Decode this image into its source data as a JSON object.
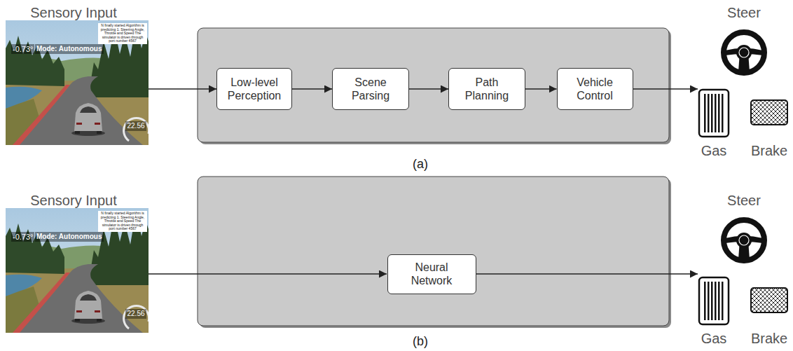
{
  "diagram": {
    "nodes": [
      {
        "text": [
          "Low-level Perception"
        ]
      },
      {
        "text": [
          "Scene Parsing"
        ]
      },
      {
        "text": [
          "Path Planning"
        ]
      },
      {
        "text": [
          "Vehicle Control"
        ]
      },
      {
        "text": [
          "Neural Network"
        ]
      }
    ],
    "edges": [
      {
        "from": 0,
        "to": 1,
        "arrow": "to"
      },
      {
        "from": 1,
        "to": 2,
        "arrow": "to"
      },
      {
        "from": 2,
        "to": 3,
        "arrow": "to"
      }
    ],
    "labels": [
      "Sensory Input",
      "-0.73°",
      "Mode: Autonomous",
      "N finally started Algorithm is predicting 1. Steering Angle, Throttle and Speed The simulator is driven through port number 4567",
      "22.56",
      "Steer",
      "Gas",
      "Brake",
      "(a)",
      "Sensory Input",
      "-0.73°",
      "Mode: Autonomous",
      "N finally started Algorithm is predicting 1. Steering Angle, Throttle and Speed The simulator is driven through port number 4567",
      "22.56",
      "Steer",
      "Gas",
      "Brake",
      "(b)"
    ]
  }
}
